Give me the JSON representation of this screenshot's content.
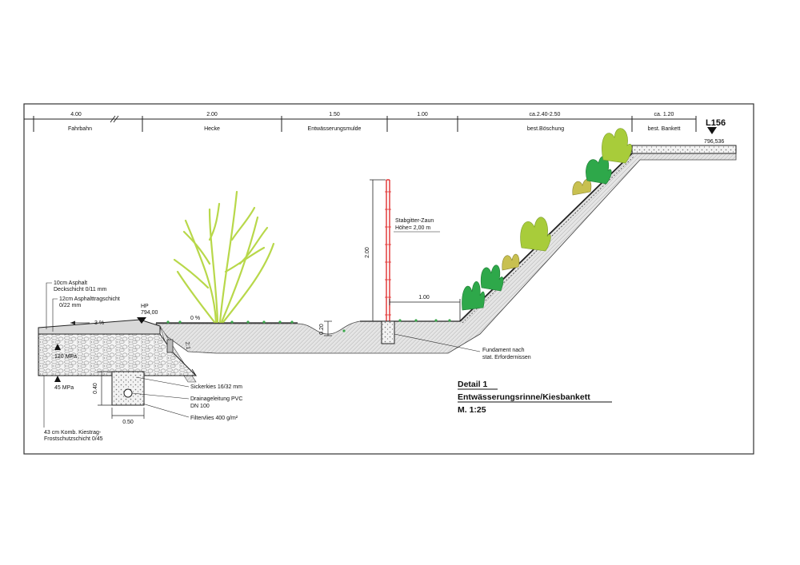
{
  "dims": {
    "fahrbahn": "4.00",
    "hecke": "2.00",
    "mulde": "1.50",
    "zaun_abstand": "1.00",
    "boeschung": "ca.2.40-2.50",
    "bankett": "ca. 1.20"
  },
  "segments": {
    "fahrbahn": "Fahrbahn",
    "hecke": "Hecke",
    "mulde": "Entwässerungsmulde",
    "boeschung": "best.Böschung",
    "bankett": "best. Bankett"
  },
  "road": {
    "name": "L156",
    "elevation": "796,536"
  },
  "layers": {
    "asphalt_top_1": "10cm Asphalt",
    "asphalt_top_2": "Deckschicht 0/11 mm",
    "asphalt_base_1": "12cm Asphalttragschicht",
    "asphalt_base_2": "0/22 mm",
    "slope_pct": "3 %",
    "hp_label": "HP",
    "hp_value": "794,00",
    "mpa_120": "120 MPa",
    "mpa_45": "45 MPa",
    "frost_1": "43 cm Komb. Kiestrag-",
    "frost_2": "Frostschutzschicht 0/45"
  },
  "drain": {
    "depth": "0.40",
    "width": "0.50",
    "gravel": "Sickerkies 16/32 mm",
    "pipe_1": "Drainageleitung PVC",
    "pipe_2": "DN 100",
    "fleece": "Filtervlies 400 g/m²"
  },
  "ground": {
    "slope_ratio": "2:1",
    "zero_pct": "0 %",
    "mulde_depth": "0.20"
  },
  "fence": {
    "label_1": "Stabgitter-Zaun",
    "label_2": "Höhe= 2,00 m",
    "height": "2.00",
    "offset": "1.00",
    "foundation_1": "Fundament nach",
    "foundation_2": "stat. Erfordernissen"
  },
  "title": {
    "line1": "Detail  1",
    "line2": "Entwässerungsrinne/Kiesbankett",
    "line3": "M. 1:25"
  },
  "colors": {
    "hedge": "#b8d84a",
    "shrub_dark": "#2ea84a",
    "shrub_light": "#a8cc3a",
    "shrub_olive": "#c8c050",
    "fence": "#e03030",
    "grass": "#3aa84a"
  }
}
